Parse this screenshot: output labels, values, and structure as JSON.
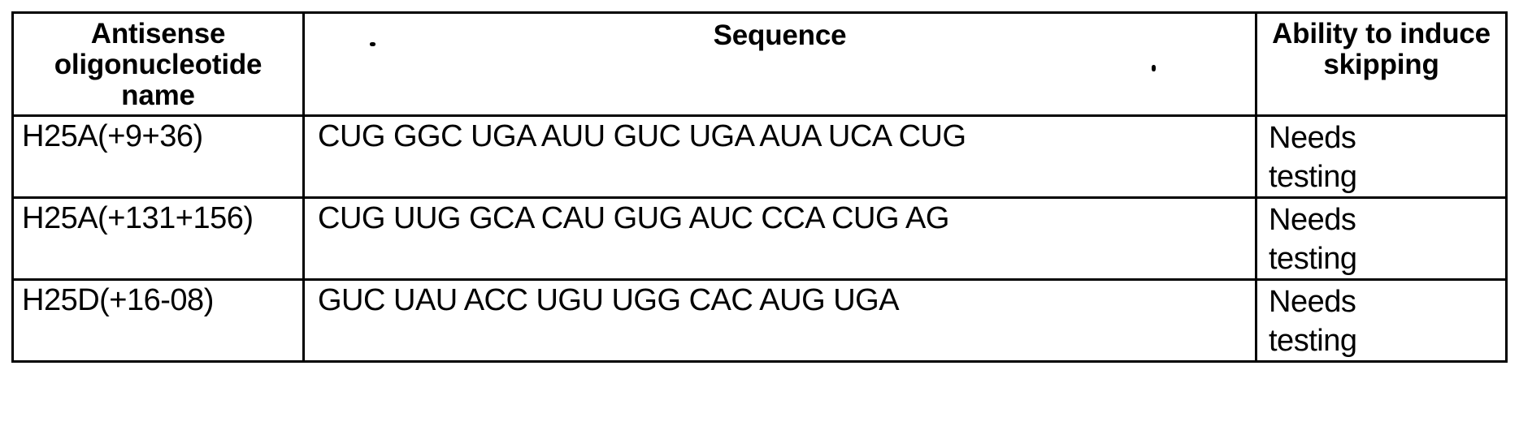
{
  "table": {
    "columns": [
      {
        "key": "name",
        "header": "Antisense\noligonucleotide\nname"
      },
      {
        "key": "sequence",
        "header": "Sequence"
      },
      {
        "key": "ability",
        "header": "Ability to\ninduce\nskipping"
      }
    ],
    "rows": [
      {
        "name": "H25A(+9+36)",
        "sequence": "CUG GGC UGA AUU GUC UGA AUA UCA CUG",
        "ability": "Needs\ntesting"
      },
      {
        "name": "H25A(+131+156)",
        "sequence": "CUG UUG GCA CAU GUG AUC CCA CUG AG",
        "ability": "Needs\ntesting"
      },
      {
        "name": "H25D(+16-08)",
        "sequence": "GUC UAU ACC UGU UGG CAC AUG UGA",
        "ability": "Needs\ntesting"
      }
    ]
  },
  "colors": {
    "ink": "#000000",
    "paper": "#ffffff"
  }
}
